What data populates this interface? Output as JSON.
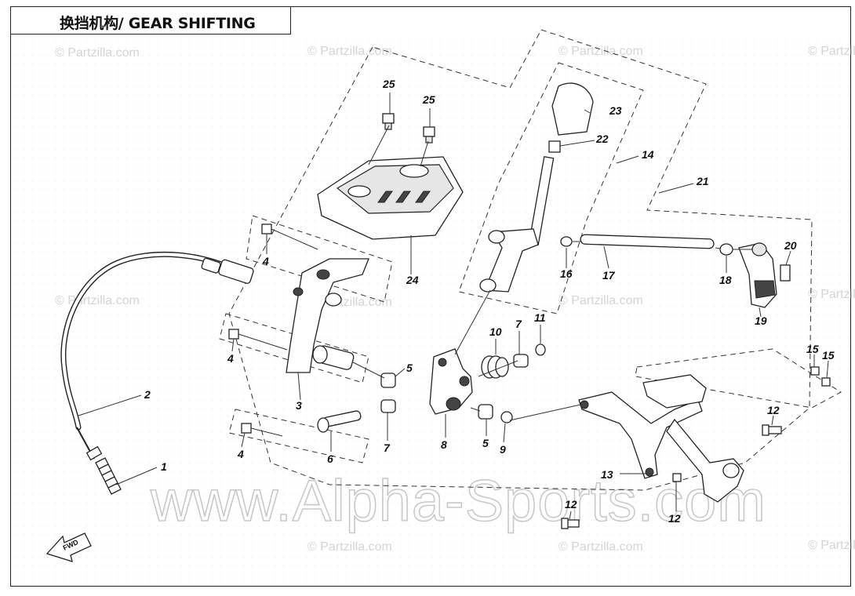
{
  "title": "换挡机构/ GEAR SHIFTING",
  "watermark_small": "© Partzilla.com",
  "watermark_big": "www.Alpha-Sports.com",
  "fwd_label": "FWD",
  "callouts": [
    "1",
    "2",
    "3",
    "4",
    "4",
    "4",
    "5",
    "5",
    "6",
    "7",
    "7",
    "8",
    "9",
    "10",
    "11",
    "12",
    "12",
    "12",
    "13",
    "14",
    "15",
    "15",
    "16",
    "17",
    "18",
    "19",
    "20",
    "21",
    "22",
    "23",
    "24",
    "25",
    "25"
  ]
}
